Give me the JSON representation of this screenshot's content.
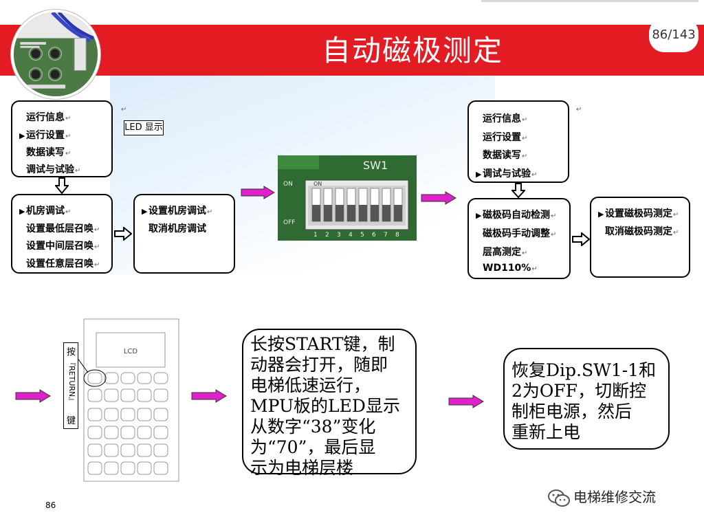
{
  "slide": {
    "title": "自动磁极测定",
    "page_badge": "86/143",
    "slide_number": "86"
  },
  "menu1": {
    "items": [
      "运行信息",
      "运行设置",
      "数据读写",
      "调试与试验"
    ],
    "selected_index": 1
  },
  "menu2": {
    "items": [
      "机房调试",
      "设置最低层召唤",
      "设置中间层召唤",
      "设置任意层召唤"
    ],
    "selected_index": 0
  },
  "menu3": {
    "items": [
      "设置机房调试",
      "取消机房调试"
    ],
    "selected_index": 0
  },
  "led_label": "LED 显示",
  "dip_switch": {
    "label": "SW1",
    "on_label": "ON",
    "off_label": "OFF",
    "numbers": [
      "1",
      "2",
      "3",
      "4",
      "5",
      "6",
      "7",
      "8"
    ]
  },
  "menu4": {
    "items": [
      "运行信息",
      "运行设置",
      "数据读写",
      "调试与试验"
    ],
    "selected_index": 3
  },
  "menu5": {
    "items": [
      "磁极码自动检测",
      "磁极码手动调整",
      "层高测定",
      "WD110%"
    ],
    "selected_index": 0
  },
  "menu6": {
    "items": [
      "设置磁极码测定",
      "取消磁极码测定"
    ],
    "selected_index": 0
  },
  "keypad": {
    "lcd_label": "LCD",
    "press_label_top": "按",
    "press_label_key": "『RETURN』",
    "press_label_bottom": "键"
  },
  "note1": {
    "lines": [
      "长按START键，制",
      "动器会打开，随即",
      "电梯低速运行，",
      "MPU板的LED显示",
      "从数字“38”变化",
      "为“70”，最后显",
      "示为电梯层楼"
    ]
  },
  "note2": {
    "lines": [
      "恢复Dip.SW1-1和",
      "2为OFF，切断控",
      "制柜电源，然后",
      "重新上电"
    ]
  },
  "watermark": "电梯维修交流",
  "colors": {
    "banner": "#e31b23",
    "pink_arrow": "#e020c8"
  }
}
